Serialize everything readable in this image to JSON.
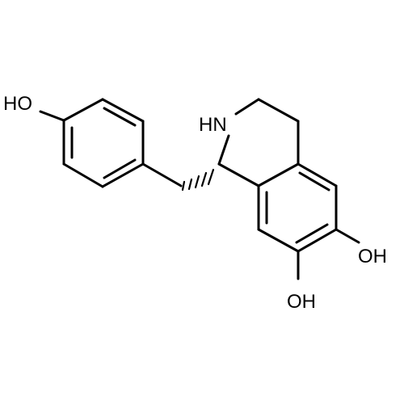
{
  "molecule": {
    "atoms": {
      "oh_left": "HO",
      "nh": "HN",
      "oh_right": "OH",
      "oh_bottom": "OH"
    }
  },
  "colors": {
    "bond": "#000000",
    "background": "#ffffff"
  }
}
